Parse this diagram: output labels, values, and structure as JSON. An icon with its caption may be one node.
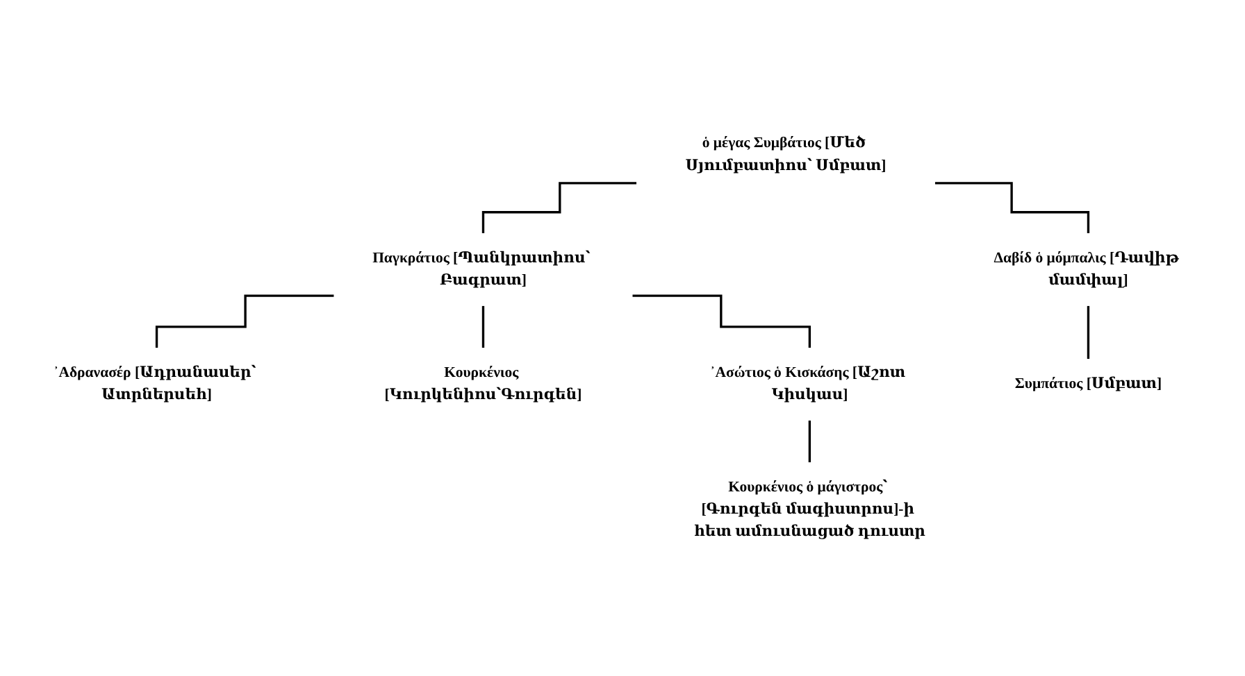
{
  "diagram": {
    "nodes": [
      {
        "text": [
          "ὁ μέγας Συμβάτιος [Մեծ Սյումբատիոս՝ Սմբատ]"
        ]
      },
      {
        "text": [
          "Παγκράτιος [Պանկրատիոս՝ Բագրատ]"
        ]
      },
      {
        "text": [
          "Δαβίδ ὁ μόμπαλις [Դավիթ մամփալ]"
        ]
      },
      {
        "text": [
          "᾿Αδρανασέρ [Ադրանասեր՝ Ատրներսեհ]"
        ]
      },
      {
        "text": [
          "Κουρκένιος [Կուրկենիոս՝Գուրգեն]"
        ]
      },
      {
        "text": [
          "᾿Ασώτιος ὁ Κισκάσης [Աշոտ Կիսկաս]"
        ]
      },
      {
        "text": [
          "Συμπάτιος [Սմբատ]"
        ]
      },
      {
        "text": [
          "Κουρκένιος ὁ μάγιστρος՝ [Գուրգեն մագիստրոս]-ի հետ ամուսնացած դուստր"
        ]
      }
    ],
    "edges": [
      {
        "from": 0,
        "to": 1,
        "arrow": "none"
      },
      {
        "from": 0,
        "to": 2,
        "arrow": "none"
      },
      {
        "from": 1,
        "to": 3,
        "arrow": "none"
      },
      {
        "from": 1,
        "to": 4,
        "arrow": "none"
      },
      {
        "from": 1,
        "to": 5,
        "arrow": "none"
      },
      {
        "from": 2,
        "to": 6,
        "arrow": "none"
      },
      {
        "from": 5,
        "to": 7,
        "arrow": "none"
      }
    ]
  }
}
